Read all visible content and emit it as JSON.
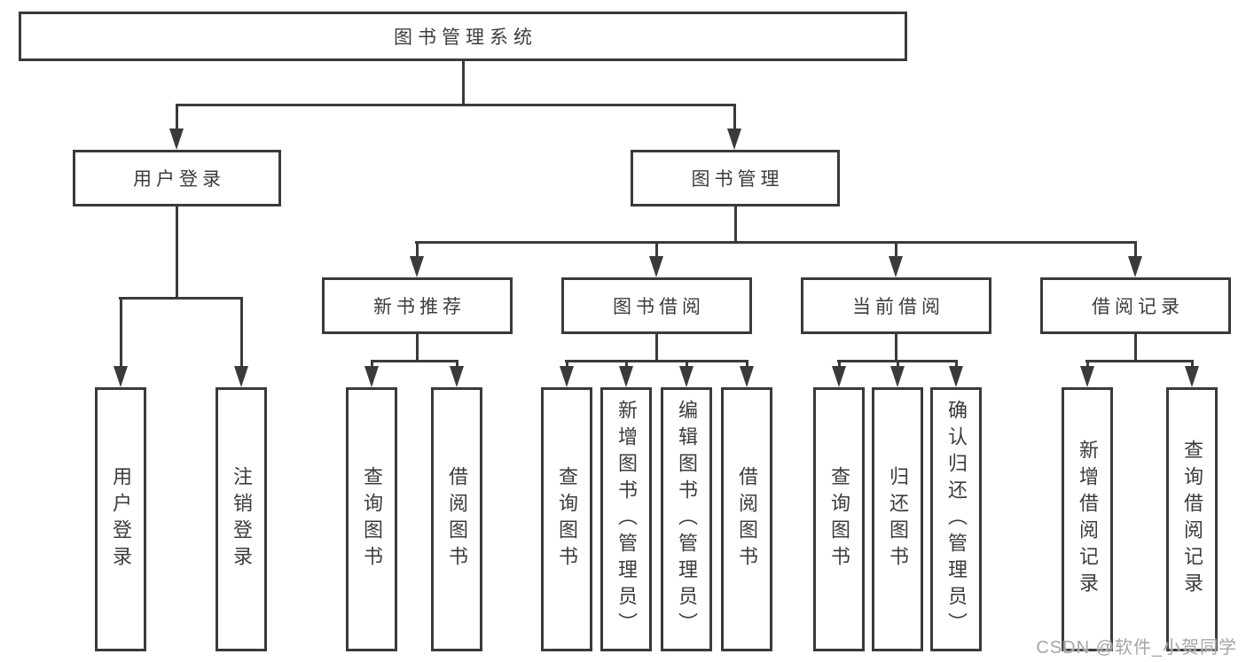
{
  "nodes": {
    "root": "图书管理系统",
    "level2": {
      "user_login": "用户登录",
      "book_management": "图书管理"
    },
    "level3": {
      "new_book_recommend": "新书推荐",
      "book_borrowing": "图书借阅",
      "current_borrowing": "当前借阅",
      "borrowing_records": "借阅记录"
    },
    "leaves": {
      "user_login": "用户登录",
      "logout": "注销登录",
      "recommend_query_books": "查询图书",
      "recommend_borrow_books": "借阅图书",
      "borrowing_query_books": "查询图书",
      "borrowing_add_books_admin": "新增图书（管理员）",
      "borrowing_edit_books_admin": "编辑图书（管理员）",
      "borrowing_borrow_books": "借阅图书",
      "current_query_books": "查询图书",
      "current_return_books": "归还图书",
      "current_confirm_return_admin": "确认归还（管理员）",
      "records_add_record": "新增借阅记录",
      "records_query_record": "查询借阅记录"
    }
  },
  "watermark": "CSDN @软件_小贺同学",
  "colors": {
    "line": "#3a3a3a",
    "text": "#3c3c3c",
    "background": "#ffffff",
    "watermark": "#a6a6a6"
  }
}
